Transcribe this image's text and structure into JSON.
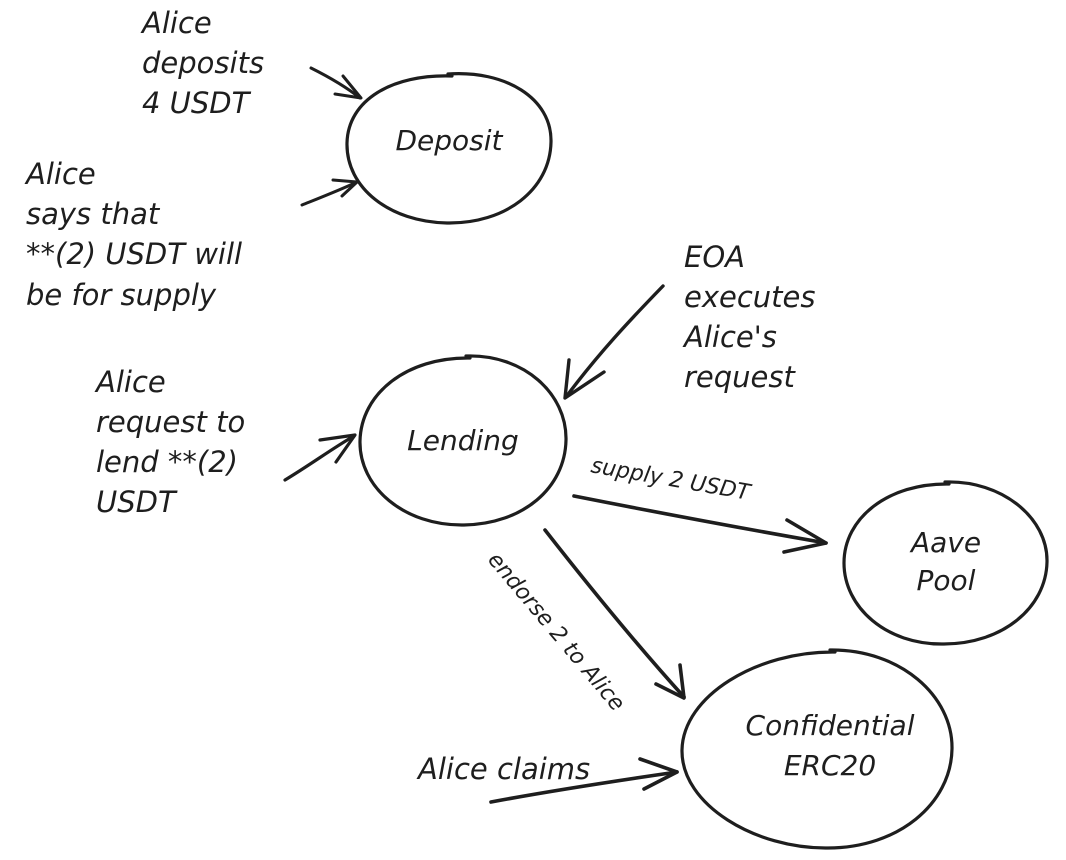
{
  "nodes": {
    "deposit": "Deposit",
    "lending": "Lending",
    "aave": [
      "Aave",
      "Pool"
    ],
    "erc20": [
      "Confidential",
      "ERC20"
    ]
  },
  "notes": {
    "alice_deposits": [
      "Alice",
      "deposits",
      "4 USDT"
    ],
    "alice_says": [
      "Alice",
      "says that",
      "**(2) USDT will",
      "be for supply"
    ],
    "eoa_executes": [
      "EOA",
      "executes",
      "Alice's",
      "request"
    ],
    "alice_request": [
      "Alice",
      "request to",
      "lend **(2)",
      "USDT"
    ],
    "alice_claims": "Alice claims"
  },
  "edge_labels": {
    "supply": "supply 2 USDT",
    "endorse": "endorse 2 to Alice"
  }
}
